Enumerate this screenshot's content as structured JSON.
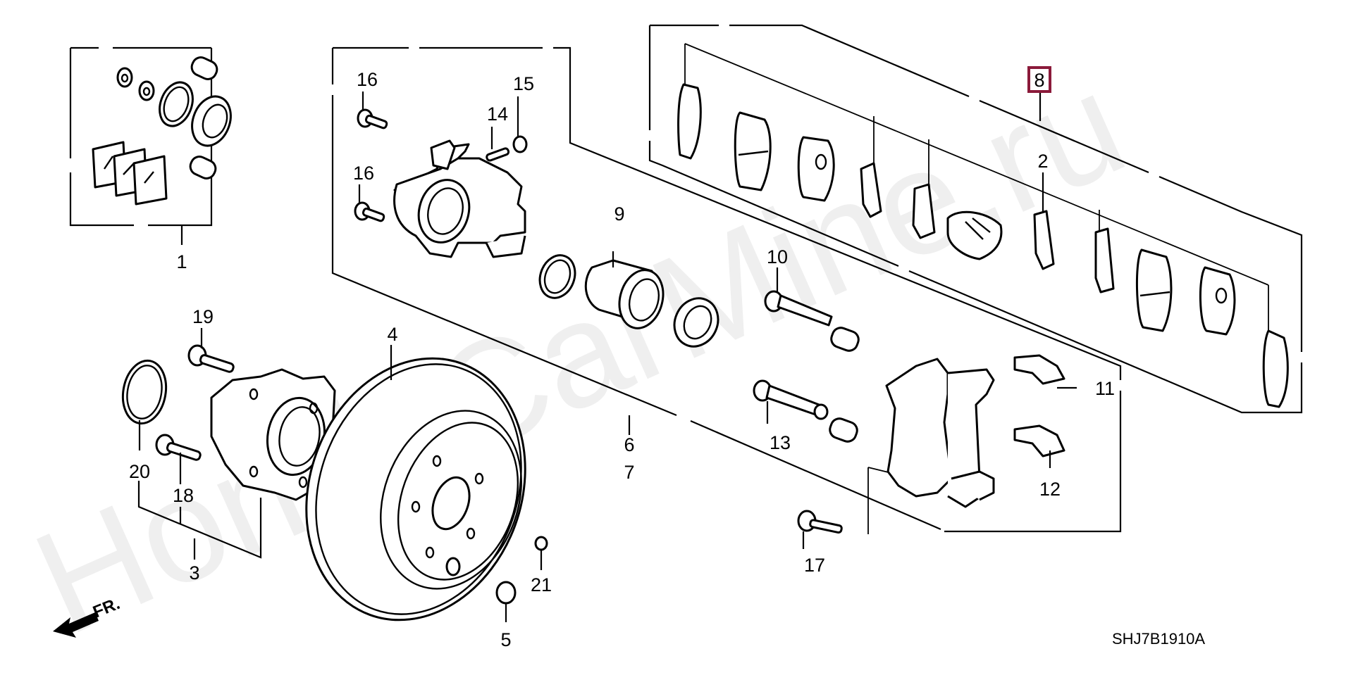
{
  "watermark": "HondaCarMine.ru",
  "diagram_code": "SHJ7B1910A",
  "direction_indicator": "FR.",
  "highlight_color": "#8b1a3a",
  "highlighted_part": "8",
  "callouts": {
    "p1": "1",
    "p2": "2",
    "p3": "3",
    "p4": "4",
    "p5": "5",
    "p6": "6",
    "p7": "7",
    "p8": "8",
    "p9": "9",
    "p10": "10",
    "p11": "11",
    "p12": "12",
    "p13": "13",
    "p14": "14",
    "p15": "15",
    "p16a": "16",
    "p16b": "16",
    "p17": "17",
    "p18": "18",
    "p19": "19",
    "p20": "20",
    "p21": "21"
  }
}
